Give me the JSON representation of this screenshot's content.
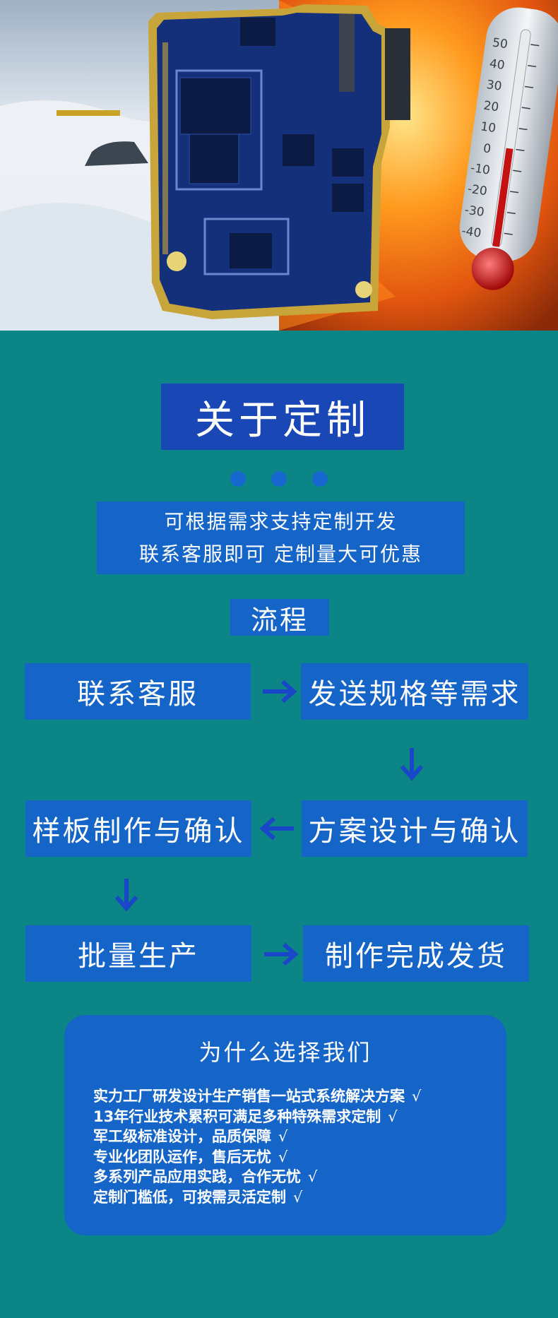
{
  "hero": {
    "thermometer_scale": [
      "50",
      "40",
      "30",
      "20",
      "10",
      "0",
      "-10",
      "-20",
      "-30",
      "-40"
    ]
  },
  "about": {
    "title": "关于定制",
    "intro_line1": "可根据需求支持定制开发",
    "intro_line2": "联系客服即可 定制量大可优惠"
  },
  "process": {
    "label": "流程",
    "steps": [
      {
        "label": "联系客服"
      },
      {
        "label": "发送规格等需求"
      },
      {
        "label": "方案设计与确认"
      },
      {
        "label": "样板制作与确认"
      },
      {
        "label": "批量生产"
      },
      {
        "label": "制作完成发货"
      }
    ]
  },
  "why": {
    "title": "为什么选择我们",
    "check_mark": "√",
    "items": [
      "实力工厂研发设计生产销售一站式系统解决方案",
      "13年行业技术累积可满足多种特殊需求定制",
      "军工级标准设计，品质保障",
      "专业化团队运作，售后无忧",
      "多系列产品应用实践，合作无忧",
      "定制门槛低，可按需灵活定制"
    ]
  },
  "colors": {
    "background": "#0b8585",
    "title_box": "#1a47b6",
    "panel": "#1564c8",
    "arrow": "#1a47c8"
  }
}
